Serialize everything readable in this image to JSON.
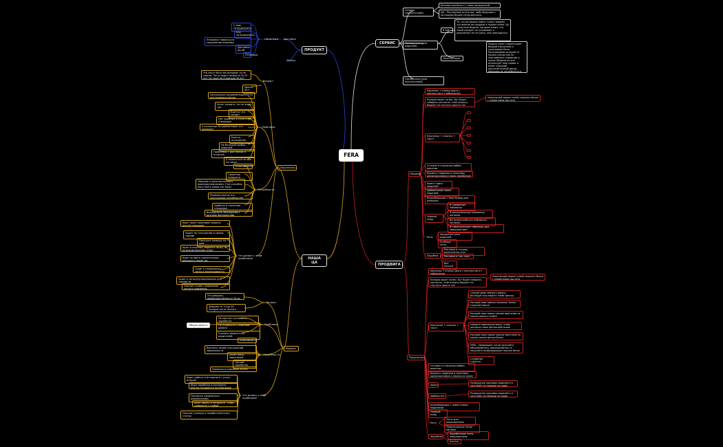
{
  "root": "FERA",
  "main": {
    "service": "СЕРВИС",
    "product": "ПРОДУКТ",
    "audience": "НАША ЦА",
    "promo": "ПРОДВИГА"
  },
  "service": {
    "basis": "Основа (маркетплейс)",
    "basis_notes": [
      "Безопасная база с / ника посадочной.",
      "ЦА - Рекламные агенства, либо будущее с которыми будем сотрудничать."
    ],
    "landing_models": "Посадочная (для моделей)",
    "landing_models_sub": [
      "В лоб",
      "Через истории"
    ],
    "vlob_text": "Те, что вы можем найти. Сразу говорим, что именно им продаем в нашем плане. ЦА - опытные модели, которые знают, что такой продукт их устраивает и предлагают ее не сразу, она пригодиться.",
    "istorii_text": "Подача через сторителлинг. Вводим персонажа и показываем Катю. Рассказываем историю от начала (когда она не пользовалась сервисом) и конца (Модели ее она использует наш сервис и имеет хороший дополнительный доход, вверками ее потребности и т.п. ЦА - девочки, которые не стразы, но долго их хотели бы, хочу только подумать.",
    "landing_buyers": "Посадочная (для покупателей)"
  },
  "product": {
    "left_items": [
      "С кем сотрудничать",
      "Как сотрудничать",
      "Упаковка товара для сохранения анонима",
      "Доставка до пб",
      "Отправка"
    ],
    "logistics": "Логистика",
    "delivery": "Доставка",
    "brand": "Бренд"
  },
  "audience": {
    "buyers": "Покупатели",
    "models": "Модели",
    "buyers_age": "Возраст",
    "buyers_age_text": "Это могут быть как молодые, из не совсем. Там и люди в возрасте 25-35 лет. Но чаще на старичков 30-40+",
    "buyers_age_sub": "Деньи 40+",
    "buyers_problems": "Проблемы",
    "buyers_problems_items": [
      "Сексуальная неудовлетворенность или индивидуальных потребностей.",
      "Хочет решить, но не знает где",
      "Боится что увидят",
      "Нет удобных и понятных площадок",
      "А полностью ли удовлетворят его желания?",
      "Боится осуждения",
      "Не большой выбор моделей",
      "Проблемы с доставкой и оплатой",
      "А окажеться ли все на заказ"
    ],
    "buyers_needs": "Потребности",
    "buyers_needs_items": [
      "Анонимность",
      "Гарантия продукта",
      "Общение и дополнительного внимания вниманием. У ЦА способно могут быть самые эти заказ",
      "Решение многих его сексуальных потребностей",
      "Удобная и понятная площадка",
      "Возможность обсуждение с другими фетишистами"
    ],
    "buyers_does": "Что делает с этой проблемой",
    "buyers_does_items": [
      "Ищет через поисковые запросы другие площадки",
      "Ходит по сексшопам и своим городе",
      "Пользует помощь на дом",
      "Ищет в соцсетях, модели в личку, но не всегда получает ответ",
      "Ищет на Авито сомнительные девушки и пишет им",
      "Сидит в специальных чатах и переписывается",
      "Сидит в чатах/группах/каналах для знакомств",
      "Смотрит стрим с девушками легкого поведения."
    ],
    "models_age": "Возраст",
    "models_age_text": "Это девушки, преимущественно от 18 до 24 лет, студентки.",
    "models_age_text2": "Девушки от 24 до 40, которые хотят легкого заработка и привыкли работать",
    "models_problems": "Проблемы",
    "models_problems_items": [
      "Не хватает основного заработка",
      "Не привыкли к обычной работе",
      "Училась зависеть от родителей"
    ],
    "models_common": "Общие деньги",
    "models_needs": "Потребности",
    "models_needs_items": [
      "Анонимность",
      "Выплеск своей сексуальной зависимости",
      "Хочет быть зависимой",
      "Легкий заработок",
      "Хорошая и красивая жизнь"
    ],
    "models_does": "Что делает с этой проблемой",
    "models_does_items": [
      "Ищет работу в интернете / услуг/ вторую",
      "Ищет заработок в интернете, иногда попадается на инвалидов",
      "Пытается заниматься рефлексиями",
      "Ищет работу в интернете, чтобы совмещать с учебой",
      "Смотрит ролики о заработке/читает статьи"
    ]
  },
  "promo": {
    "models": "Модели",
    "buyers": "Покупатели",
    "models_items": {
      "c1": "Картинка + кнопка (фото с контекстом и с заборсисом)",
      "c2": "Которая ведет на бот. Бот будет собирать контакты, чтоб открыту бюджет не спугнуть просто так",
      "c2_note": "Уникальный маркет-плейс нижнего белья с элементами соц.сети",
      "c3": "Картинка + кнопка + текст",
      "c4": "Отзывы в сторисах/лайфи ивентов",
      "c5": "Кружки с моделью в телеге/вк/ одноклассниках и показ заработков",
      "c6": "Авито поиск моделей",
      "c7": "Добавочный поиск моделей",
      "c8": "Коллаборация с блогерами для девушек",
      "black": "Черный пиар",
      "black_items": [
        "В городских пабликах",
        "В региональных пабликах/каналах",
        "Во всероссийских пабликах/каналах",
        "В тематических пабликах для завершенции"
      ],
      "chats": "Чаты",
      "chats_items": [
        "Закрытые чаты моделей",
        "Учебные чаты"
      ],
      "abroad": "Зарубеж",
      "abroad_items": [
        "Реклама в точках/дилетантах и ta",
        "Реклама в тик-токе",
        "Вот Ассоси"
      ]
    },
    "buyers_items": {
      "c1": "Картинка + кнопка (фото с контекстом и с заборсисом)",
      "c2": "Которая ведет на бот. Бот будет собирать контакты, чтоб открыту бюджет не спугнуть просто так",
      "c2_note": "Уникальный маркет-плейс нижнего белья с элементами соц.сети",
      "c3": "Картинка + кнопка + текст",
      "c3_items": [
        "Открой свою тайную сторону. Исследуй наш маркет-плейс фетиш-белья",
        "Раскрой свои тайные желания! Белье скрытый смысл!",
        "Раскрой свои самые смелые фантазии на нашем маркет-плейсе",
        "Найдите идеальную вещь, чтобы раскрыть свою фетиш-фантазию",
        "Раскрой свою самые смелые фантазии на нашем рынке фетиш белья",
        "FERA - превращает сотни мелочей в объединяйтесь, вдохновляйтесь и покупайте возбуждающее нижнее белье",
        "Создание страсти"
      ],
      "c4": "Отзывы в сторисах/лайфи ивентов",
      "c5": "Кружки с моделью в телеге/вк/ одноклассниках и показы их скрин",
      "avito": "Авито",
      "avito_note": "Размещение красивых моделей и в чате Байт на переход за скрин",
      "dop": "Добавочно",
      "dop_note": "Размещение красивых моделей и в чате Байт на переход за скрин",
      "collab": "Коллаборация с известными моделями",
      "black": "Черный пиар",
      "chats": "Чаты",
      "chats_items": [
        "Чаты для извращенцев",
        "Тематические чаты/каналы"
      ],
      "abroad": "Зарубеж",
      "abroad_items": [
        "Зарубежные чаты извращенцев",
        "Ассоси"
      ]
    }
  }
}
